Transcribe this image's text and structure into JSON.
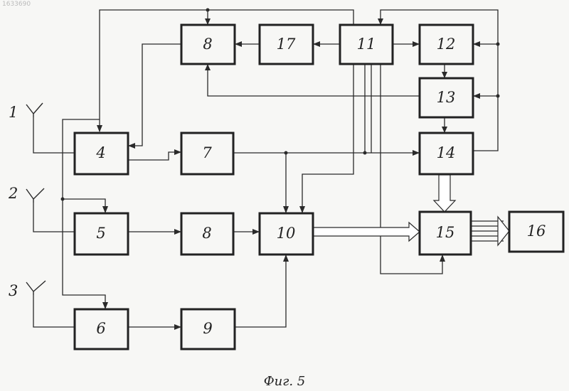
{
  "watermark": "1633690",
  "caption": "Фиг. 5",
  "blocks": {
    "b4": "4",
    "b5": "5",
    "b6": "6",
    "b7": "7",
    "b8a": "8",
    "b8b": "8",
    "b9": "9",
    "b10": "10",
    "b11": "11",
    "b12": "12",
    "b13": "13",
    "b14": "14",
    "b15": "15",
    "b16": "16",
    "b17": "17"
  },
  "antennas": {
    "a1": "1",
    "a2": "2",
    "a3": "3"
  }
}
